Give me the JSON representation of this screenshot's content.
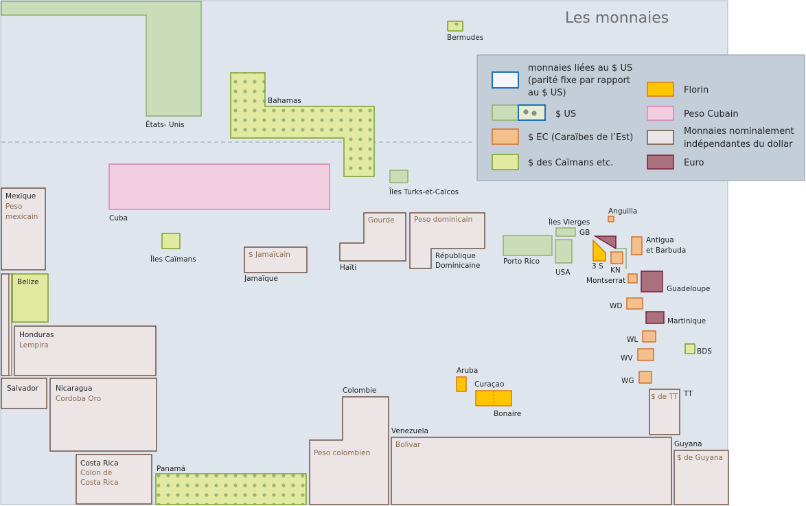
{
  "title": "Les monnaies",
  "colors": {
    "sea": "#dfe5ec",
    "usd": "#cbdcb8",
    "usd_stroke": "#8fae6e",
    "cayman": "#e2e9a0",
    "cayman_stroke": "#7aa02c",
    "dots": "#9bb57a",
    "ec": "#f3c08b",
    "ec_stroke": "#d36f2f",
    "florin": "#ffc600",
    "florin_stroke": "#d9780a",
    "cubain": "#f2cde0",
    "cubain_stroke": "#d884b2",
    "independent": "#ebe5e6",
    "independent_stroke": "#6e5344",
    "euro": "#a9717c",
    "euro_stroke": "#7b1f3c",
    "pegged_stroke": "#1f6fb5",
    "legend_bg": "#c4ced8"
  },
  "legend": {
    "pegged_line1": "monnaies liées au $ US",
    "pegged_line2": "(parité fixe par rapport",
    "pegged_line3": "au $ US)",
    "usd": "$ US",
    "ec": "$ EC (Caraïbes de l’Est)",
    "cayman": "$ des Caïmans etc.",
    "florin": "Florin",
    "cubain": "Peso Cubain",
    "independent_line1": "Monnaies nominalement",
    "independent_line2": "indépendantes du dollar",
    "euro": "Euro"
  },
  "countries": {
    "etats_unis": "États- Unis",
    "bermudes": "Bermudes",
    "bahamas": "Bahamas",
    "turks": "Îles Turks-et-Caïcos",
    "cuba": "Cuba",
    "mexique": "Mexique",
    "mexique_cur1": "Peso",
    "mexique_cur2": "mexicain",
    "caimans": "Îles Caïmans",
    "jamaique": "Jamaïque",
    "jamaique_cur": "$ Jamaïcain",
    "haiti": "Haïti",
    "haiti_cur": "Gourde",
    "rep_dom_cur": "Peso dominicain",
    "rep_dom1": "République",
    "rep_dom2": "Dominicaine",
    "porto_rico": "Porto Rico",
    "iles_vierges": "Îles Vierges",
    "gb": "GB",
    "usa": "USA",
    "anguilla": "Anguilla",
    "antigua1": "Antigua",
    "antigua2": "et Barbuda",
    "three_s": "3 S",
    "kn": "KN",
    "montserrat": "Montserrat",
    "guadeloupe": "Guadeloupe",
    "wd": "WD",
    "martinique": "Martinique",
    "wl": "WL",
    "bds": "BDS",
    "wv": "WV",
    "wg": "WG",
    "tt": "TT",
    "tt_cur": "$ de TT",
    "belize": "Belize",
    "honduras": "Honduras",
    "honduras_cur": "Lempira",
    "salvador": "Salvador",
    "nicaragua": "Nicaragua",
    "nicaragua_cur": "Cordoba Oro",
    "costa_rica": "Costa Rica",
    "costa_rica_cur1": "Colon de",
    "costa_rica_cur2": "Costa Rica",
    "panama": "Panamá",
    "colombie": "Colombie",
    "colombie_cur": "Peso colombien",
    "venezuela": "Venezuela",
    "venezuela_cur": "Bolivar",
    "guyana": "Guyana",
    "guyana_cur": "$ de Guyana",
    "aruba": "Aruba",
    "curacao": "Curaçao",
    "bonaire": "Bonaire"
  }
}
